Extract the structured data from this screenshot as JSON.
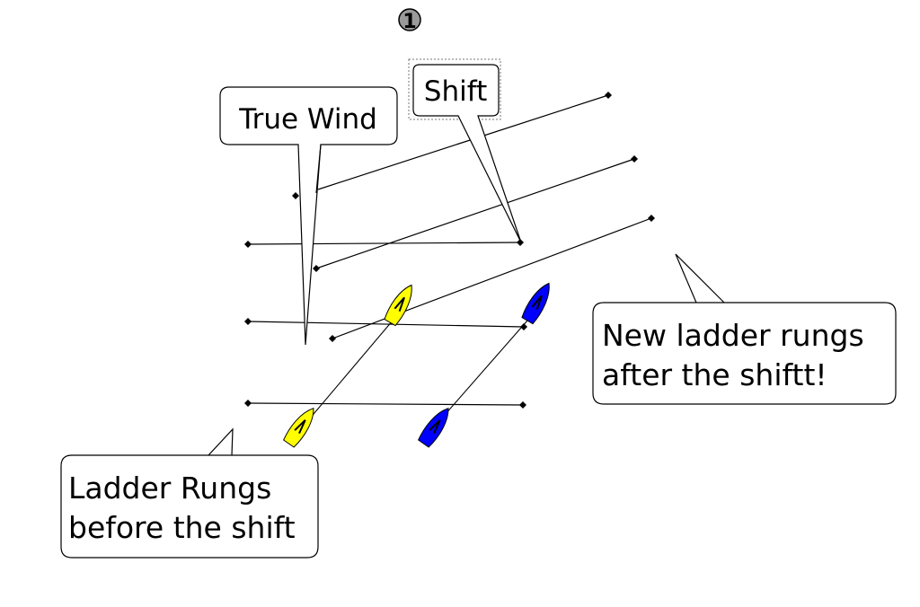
{
  "slide": {
    "number_glyph": "➊"
  },
  "callouts": {
    "true_wind": {
      "text": "True Wind"
    },
    "shift": {
      "text": "Shift"
    },
    "new_rungs": {
      "line1": "New ladder rungs",
      "line2": "after the shiftt!"
    },
    "old_rungs": {
      "line1": "Ladder Rungs",
      "line2": "before the shift"
    }
  },
  "boats": {
    "yellow": {
      "color": "#FFFF00",
      "stroke": "#000000"
    },
    "blue": {
      "color": "#0000FF",
      "stroke": "#000000"
    }
  }
}
